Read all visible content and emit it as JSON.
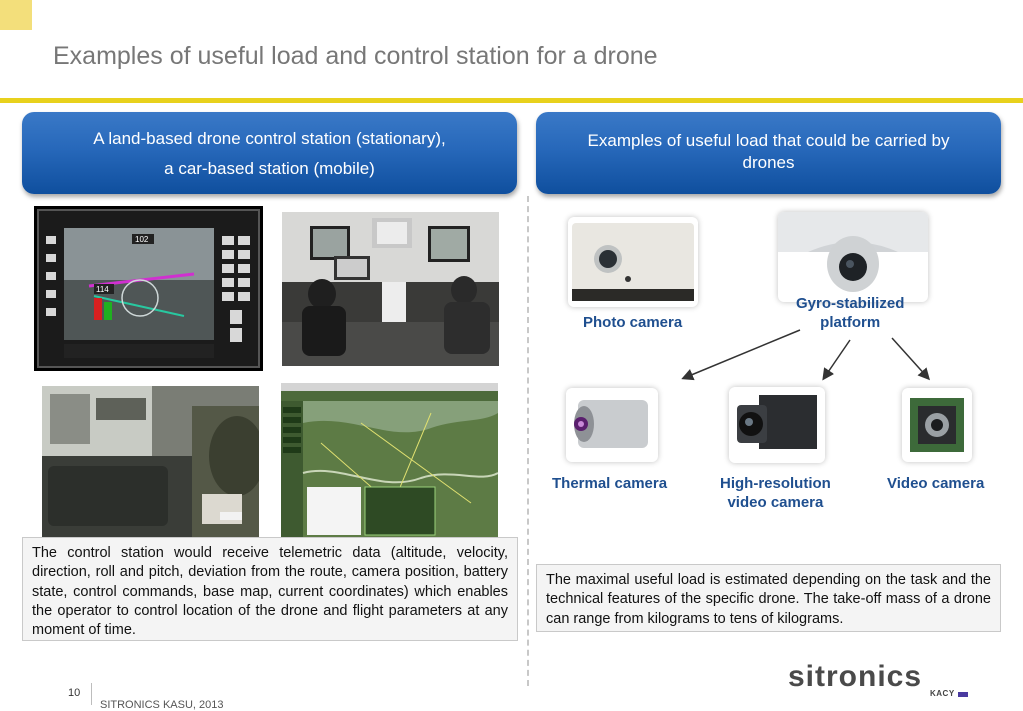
{
  "page": {
    "title": "Examples of useful load and control station for a drone",
    "accent_color": "#e8d11d",
    "banner_color": "#1f5fae"
  },
  "left_banner": {
    "line1": "A land-based drone control station (stationary),",
    "line2": "a car-based station (mobile)"
  },
  "right_banner": {
    "line1": "Examples of useful load that could be carried by",
    "line2": "drones"
  },
  "left_photos": {
    "hud_top_readout": "102",
    "hud_left_readout": "114"
  },
  "left_text": "The control station would receive telemetric data (altitude, velocity, direction, roll and pitch, deviation from the route, camera position, battery state, control commands, base map, current coordinates) which enables the operator to control location of the drone and flight parameters at any moment of time.",
  "payloads": {
    "photo_camera": "Photo camera",
    "gyro_line1": "Gyro-stabilized",
    "gyro_line2": "platform",
    "thermal_camera": "Thermal camera",
    "hires_line1": "High-resolution",
    "hires_line2": "video camera",
    "video_camera": "Video camera"
  },
  "right_text": "The maximal useful load is estimated depending on the task and the technical features of the specific drone. The take-off mass of a drone can range from kilograms to tens of kilograms.",
  "footer": {
    "page_number": "10",
    "company": "SITRONICS KASU, 2013"
  },
  "logo": {
    "wordmark": "sitronics",
    "sub": "KACY"
  }
}
